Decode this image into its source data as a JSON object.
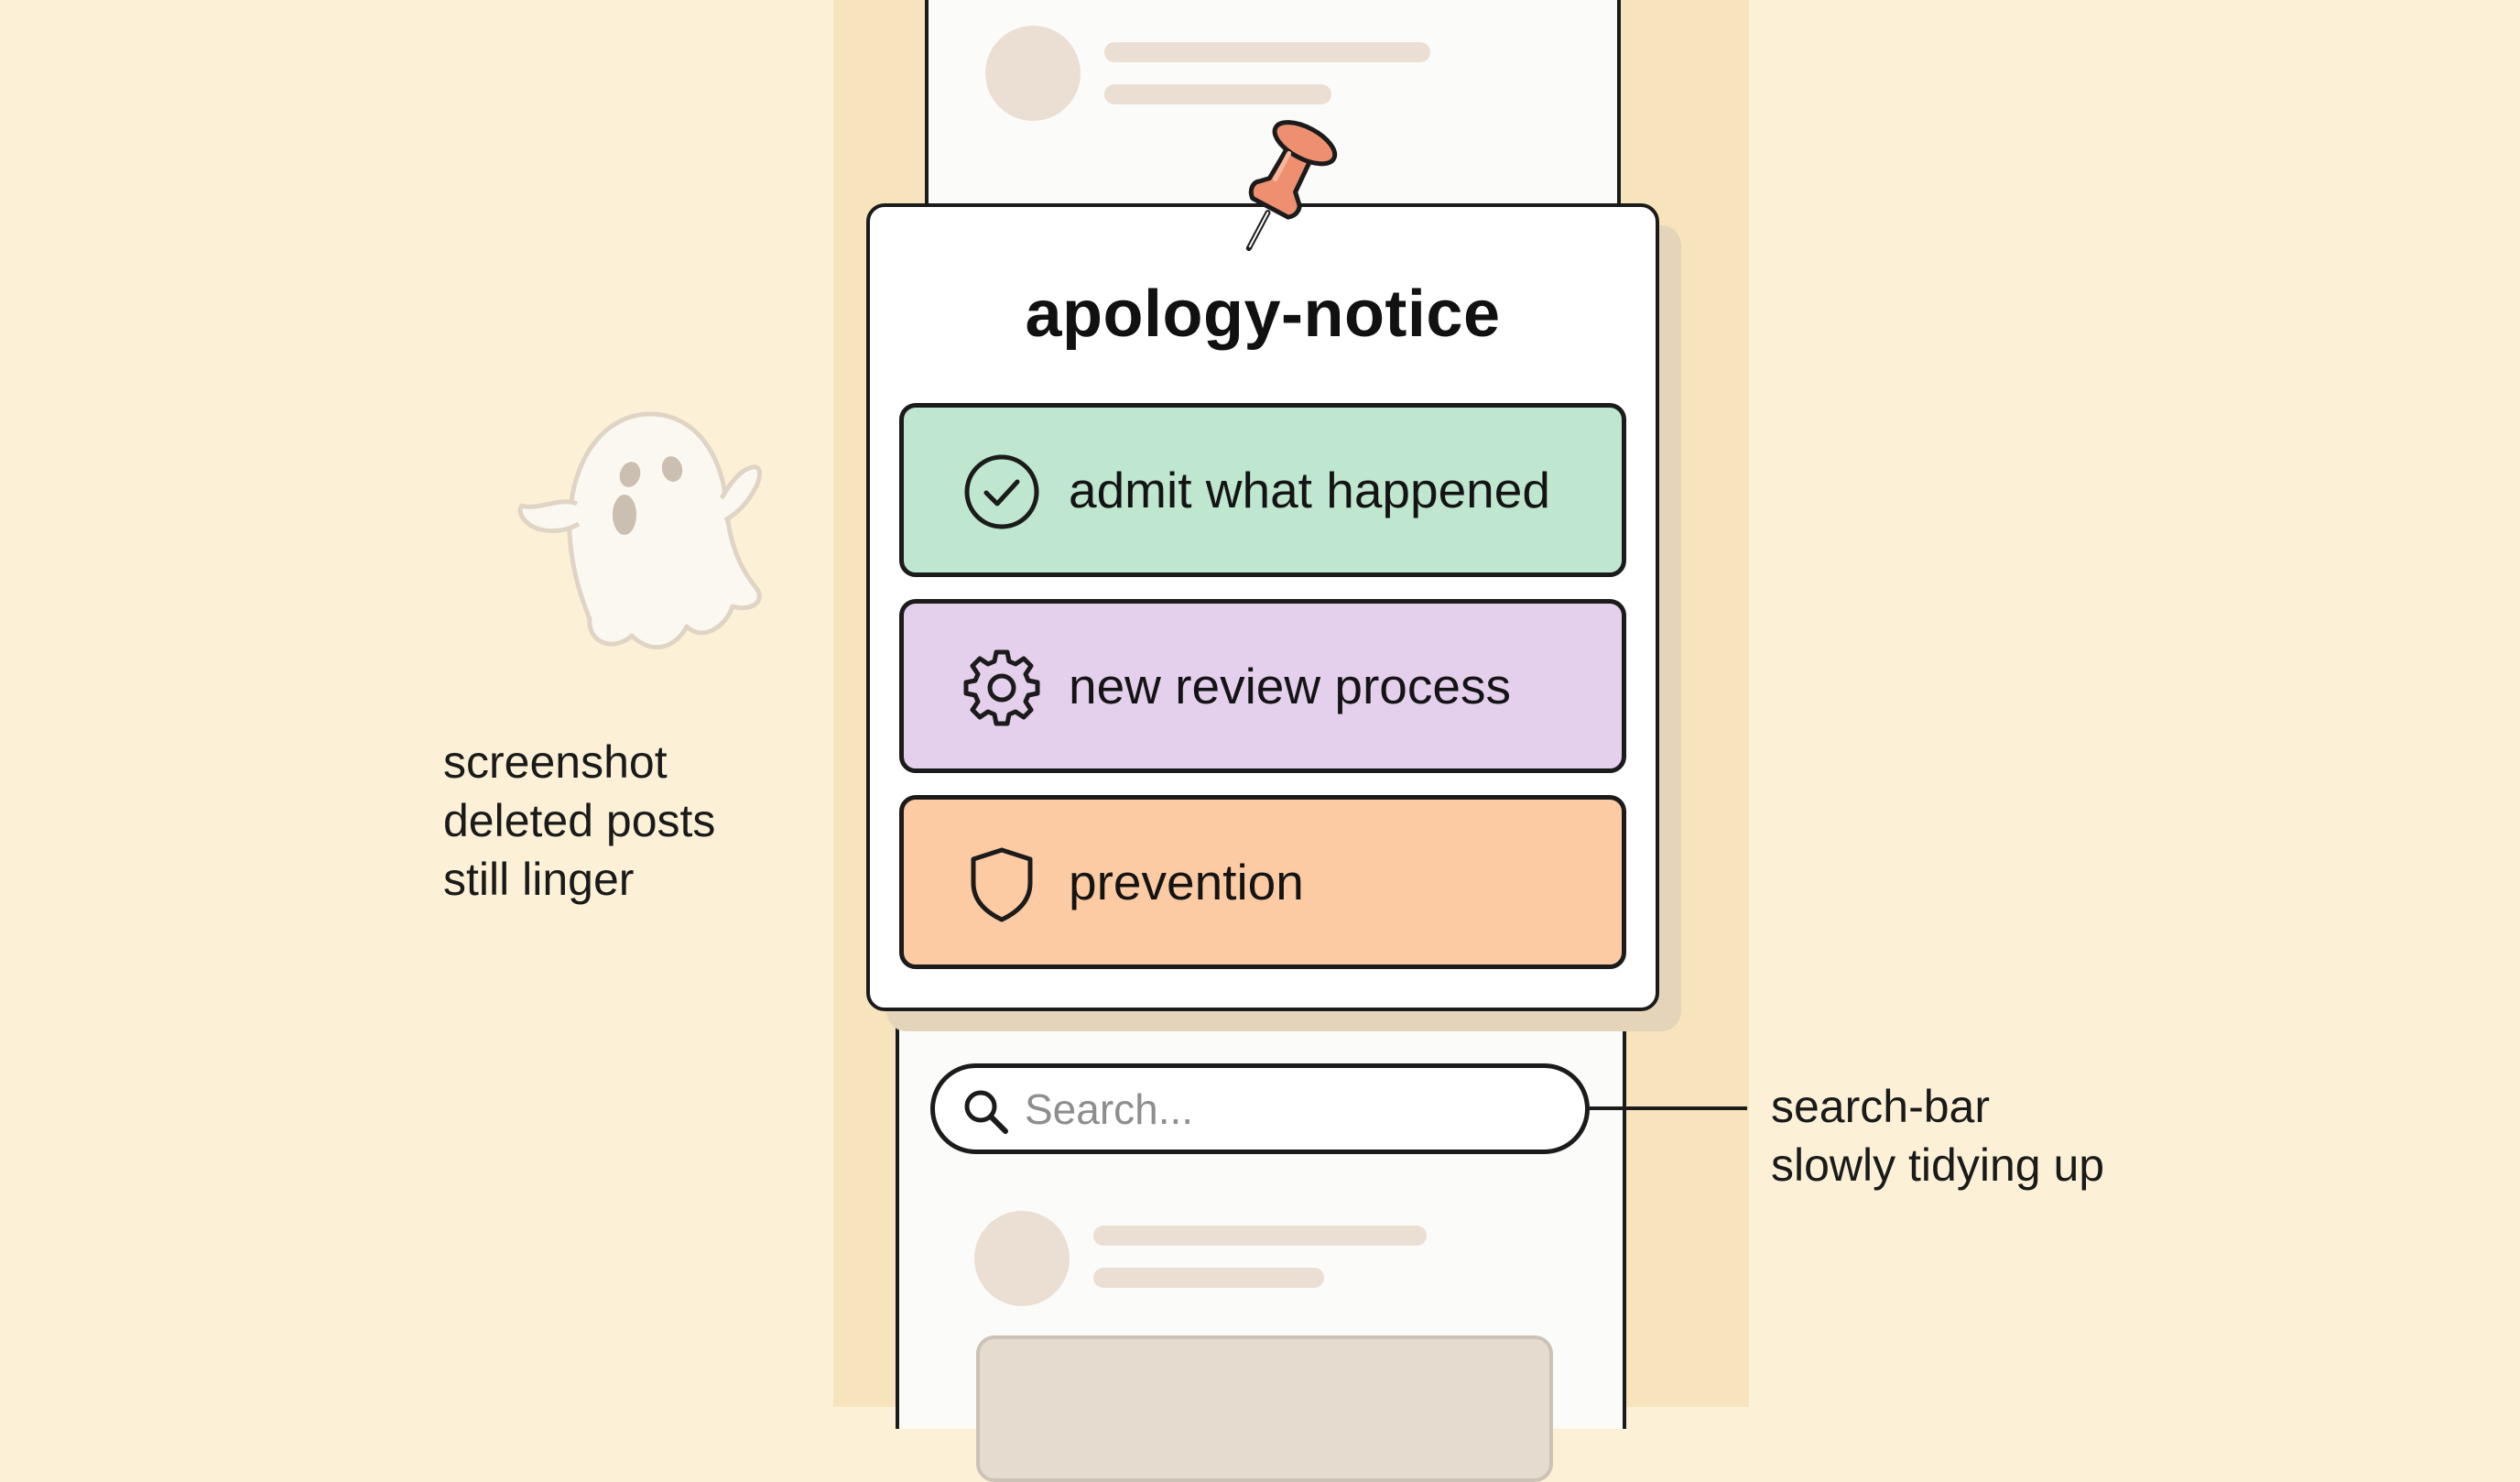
{
  "card": {
    "title": "apology-notice",
    "items": [
      {
        "label": "admit what happened",
        "icon": "check-circle-icon",
        "color": "#bfe6cf"
      },
      {
        "label": "new review process",
        "icon": "gear-icon",
        "color": "#e4d0ec"
      },
      {
        "label": "prevention",
        "icon": "shield-icon",
        "color": "#fdcba3"
      }
    ],
    "pin_icon": "pushpin-icon",
    "pin_color": "#ee9070"
  },
  "search": {
    "placeholder": "Search...",
    "icon": "search-icon"
  },
  "annotations": {
    "left": [
      "screenshot",
      "deleted posts",
      "still linger"
    ],
    "left_icon": "ghost-icon",
    "right": [
      "search-bar",
      "slowly tidying up"
    ]
  },
  "colors": {
    "background": "#fcf1d6",
    "band": "#f7e4bd",
    "skeleton": "#ebdfd3"
  }
}
